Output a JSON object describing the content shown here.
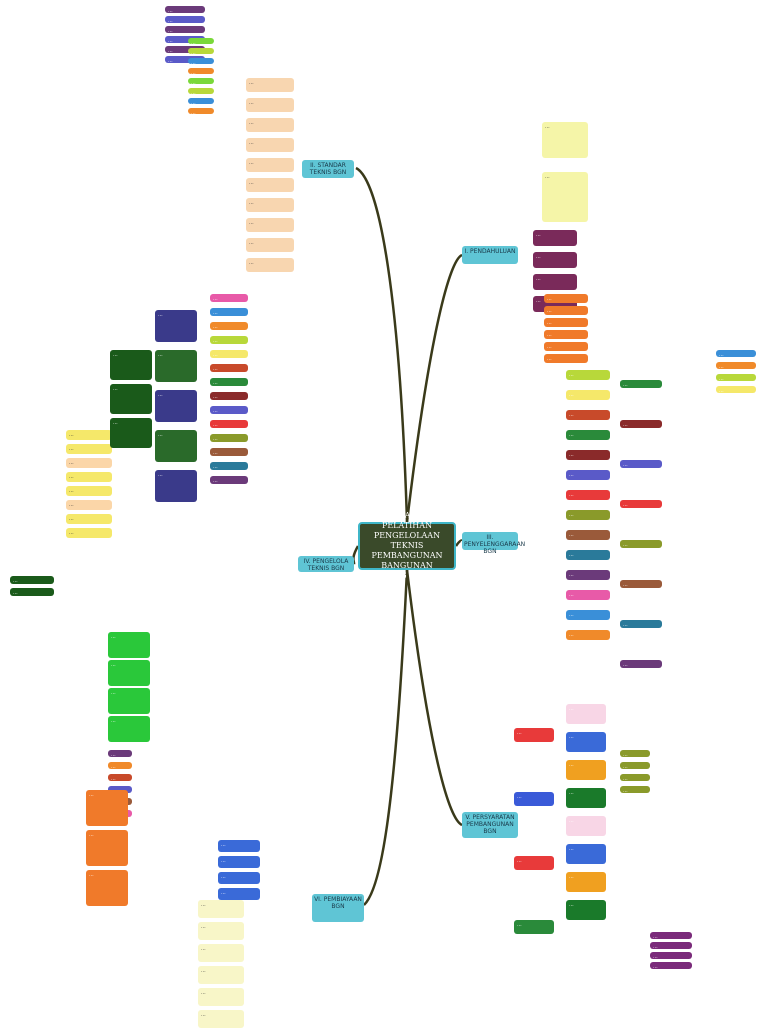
{
  "center": {
    "title": "PENGANTAR PELATIHAN PENGELOLAAN TEKNIS PEMBANGUNAN BANGUNAN GEDUNG NEGARA"
  },
  "branches": [
    {
      "label": "II. STANDAR TEKNIS BGN"
    },
    {
      "label": "I. PENDAHULUAN"
    },
    {
      "label": "III. PENYELENGGARAAN BGN"
    },
    {
      "label": "IV. PENGELOLA TEKNIS BGN"
    },
    {
      "label": "V. PERSYARATAN PEMBANGUNAN BGN"
    },
    {
      "label": "VI. PEMBIAYAAN BGN"
    }
  ],
  "leaf_text": "..."
}
